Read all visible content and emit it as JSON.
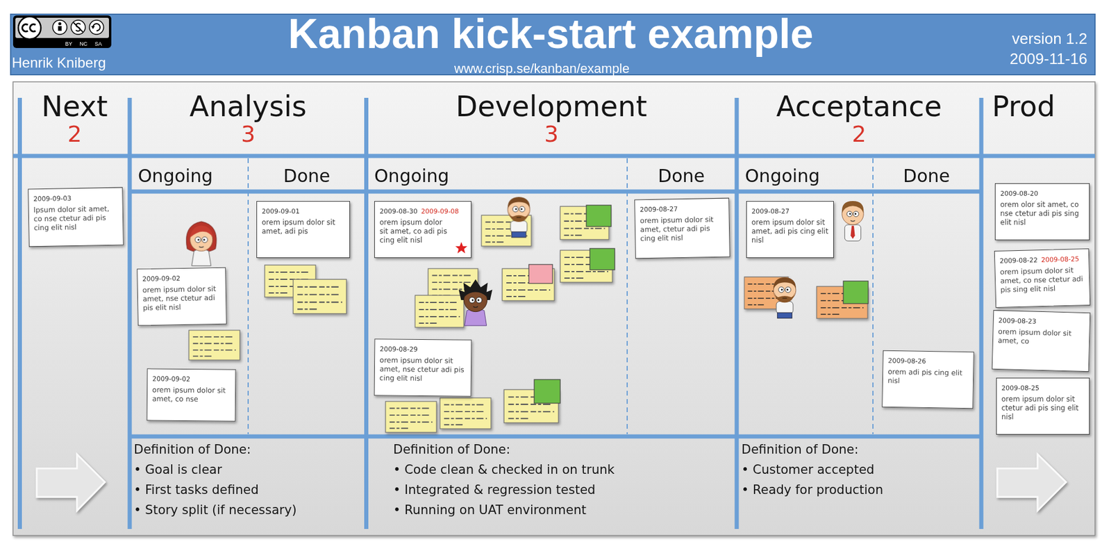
{
  "diagram": {
    "title": "Kanban kick-start example",
    "nodes": [
      {
        "text": [
          "Next",
          "2"
        ]
      },
      {
        "text": [
          "2009-09-03",
          "lpsum dolor sit amet, co nse ctetur adi pis cing elit nisl"
        ],
        "in": 0
      },
      {
        "text": [
          "Analysis",
          "3"
        ]
      },
      {
        "text": [
          "Ongoing"
        ],
        "in": 2
      },
      {
        "text": [
          "2009-09-02",
          "orem ipsum dolor sit amet, nse ctetur adi pis elit nisl"
        ],
        "in": 3
      },
      {
        "text": [
          "2009-09-02",
          "orem ipsum dolor sit amet, co nse"
        ],
        "in": 3
      },
      {
        "text": [
          "Done"
        ],
        "in": 2
      },
      {
        "text": [
          "2009-09-01",
          "orem ipsum dolor sit amet, adi pis"
        ],
        "in": 6
      },
      {
        "text": [
          "Definition of Done:",
          "• Goal is clear",
          "• First tasks defined",
          "• Story split (if necessary)"
        ],
        "in": 2
      },
      {
        "text": [
          "Development",
          "3"
        ]
      },
      {
        "text": [
          "Ongoing"
        ],
        "in": 9
      },
      {
        "text": [
          "2009-08-30",
          "2009-09-08",
          "orem ipsum dolor sit amet, co adi pis cing elit nisl"
        ],
        "in": 10
      },
      {
        "text": [
          "2009-08-29",
          "orem ipsum dolor sit amet, nse ctetur adi pis cing elit nisl"
        ],
        "in": 10
      },
      {
        "text": [
          "Done"
        ],
        "in": 9
      },
      {
        "text": [
          "2009-08-27",
          "orem ipsum dolor sit amet, ctetur adi pis cing elit nisl"
        ],
        "in": 13
      },
      {
        "text": [
          "Definition of Done:",
          "• Code clean & checked in on trunk",
          "• Integrated & regression tested",
          "• Running on UAT environment"
        ],
        "in": 9
      },
      {
        "text": [
          "Acceptance",
          "2"
        ]
      },
      {
        "text": [
          "Ongoing"
        ],
        "in": 16
      },
      {
        "text": [
          "2009-08-27",
          "orem ipsum dolor sit amet, adi pis cing elit nisl"
        ],
        "in": 17
      },
      {
        "text": [
          "Done"
        ],
        "in": 16
      },
      {
        "text": [
          "2009-08-26",
          "orem adi pis cing elit nisl"
        ],
        "in": 19
      },
      {
        "text": [
          "Definition of Done:",
          "• Customer accepted",
          "• Ready for production"
        ],
        "in": 16
      },
      {
        "text": [
          "Prod"
        ]
      },
      {
        "text": [
          "2009-08-20",
          "orem olor sit amet, co nse ctetur adi pis sing elit nisl"
        ],
        "in": 22
      },
      {
        "text": [
          "2009-08-22",
          "2009-08-25",
          "orem ipsum dolor sit amet, co nse ctetur adi pis sing elit nisl"
        ],
        "in": 22
      },
      {
        "text": [
          "2009-08-23",
          "orem ipsum dolor sit amet, co"
        ],
        "in": 22
      },
      {
        "text": [
          "2009-08-25",
          "orem ipsum dolor sit ctetur adi pis sing elit nisl"
        ],
        "in": 22
      }
    ],
    "labels": [
      "Henrik Kniberg",
      "www.crisp.se/kanban/example",
      "version 1.2",
      "2009-11-16",
      "BY NC SA"
    ]
  }
}
